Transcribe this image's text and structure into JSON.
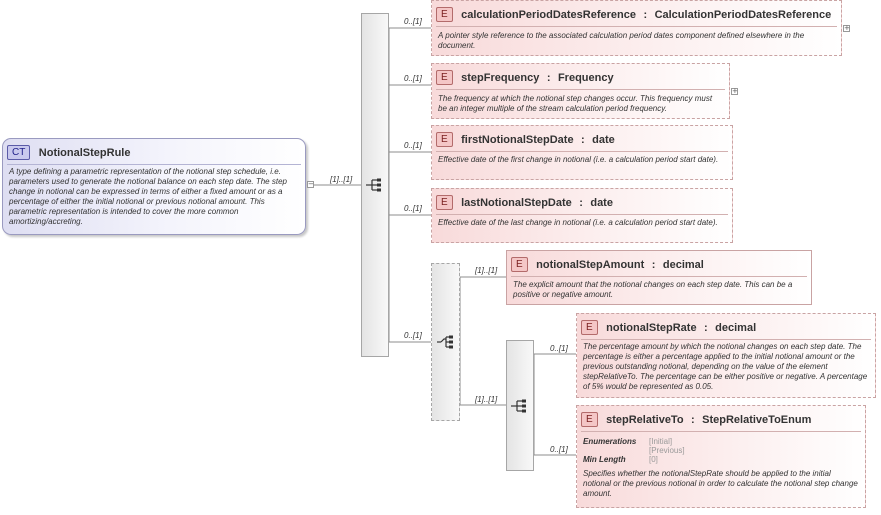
{
  "complex_type": {
    "badge": "CT",
    "name": "NotionalStepRule",
    "description": "A type defining a parametric representation of the notional step schedule, i.e. parameters used to generate the notional balance on each step date. The step change in notional can be expressed in terms of either a fixed amount or as a percentage of either the initial notional or previous notional amount. This parametric representation is intended to cover the more common amortizing/accreting.",
    "multiplicity": "[1]..[1]"
  },
  "elements": [
    {
      "badge": "E",
      "name": "calculationPeriodDatesReference",
      "type": "CalculationPeriodDatesReference",
      "multiplicity": "0..[1]",
      "description": "A pointer style reference to the associated calculation period dates component defined elsewhere in the document."
    },
    {
      "badge": "E",
      "name": "stepFrequency",
      "type": "Frequency",
      "multiplicity": "0..[1]",
      "description": "The frequency at which the notional step changes occur. This frequency must be an integer multiple of the stream calculation period frequency."
    },
    {
      "badge": "E",
      "name": "firstNotionalStepDate",
      "type": "date",
      "multiplicity": "0..[1]",
      "description": "Effective date of the first change in notional (i.e. a calculation period start date)."
    },
    {
      "badge": "E",
      "name": "lastNotionalStepDate",
      "type": "date",
      "multiplicity": "0..[1]",
      "description": "Effective date of the last change in notional (i.e. a calculation period start date)."
    }
  ],
  "choice": {
    "multiplicity": "0..[1]",
    "amount": {
      "badge": "E",
      "name": "notionalStepAmount",
      "type": "decimal",
      "multiplicity": "[1]..[1]",
      "description": "The explicit amount that the notional changes on each step date. This can be a positive or negative amount."
    },
    "sequence": {
      "multiplicity": "[1]..[1]",
      "rate": {
        "badge": "E",
        "name": "notionalStepRate",
        "type": "decimal",
        "multiplicity": "0..[1]",
        "description": "The percentage amount by which the notional changes on each step date. The percentage is either a percentage applied to the initial notional amount or the previous outstanding notional, depending on the value of the element stepRelativeTo. The percentage can be either positive or negative. A percentage of 5% would be represented as 0.05."
      },
      "relative": {
        "badge": "E",
        "name": "stepRelativeTo",
        "type": "StepRelativeToEnum",
        "multiplicity": "0..[1]",
        "enum_label": "Enumerations",
        "enum_values": [
          "[Initial]",
          "[Previous]"
        ],
        "minlength_label": "Min Length",
        "minlength_value": "[0]",
        "description": "Specifies whether the notionalStepRate should be applied to the initial notional or the previous notional in order to calculate the notional step change amount."
      }
    }
  },
  "symbols": {
    "separator": ":",
    "expand": "+",
    "collapse": "−"
  }
}
